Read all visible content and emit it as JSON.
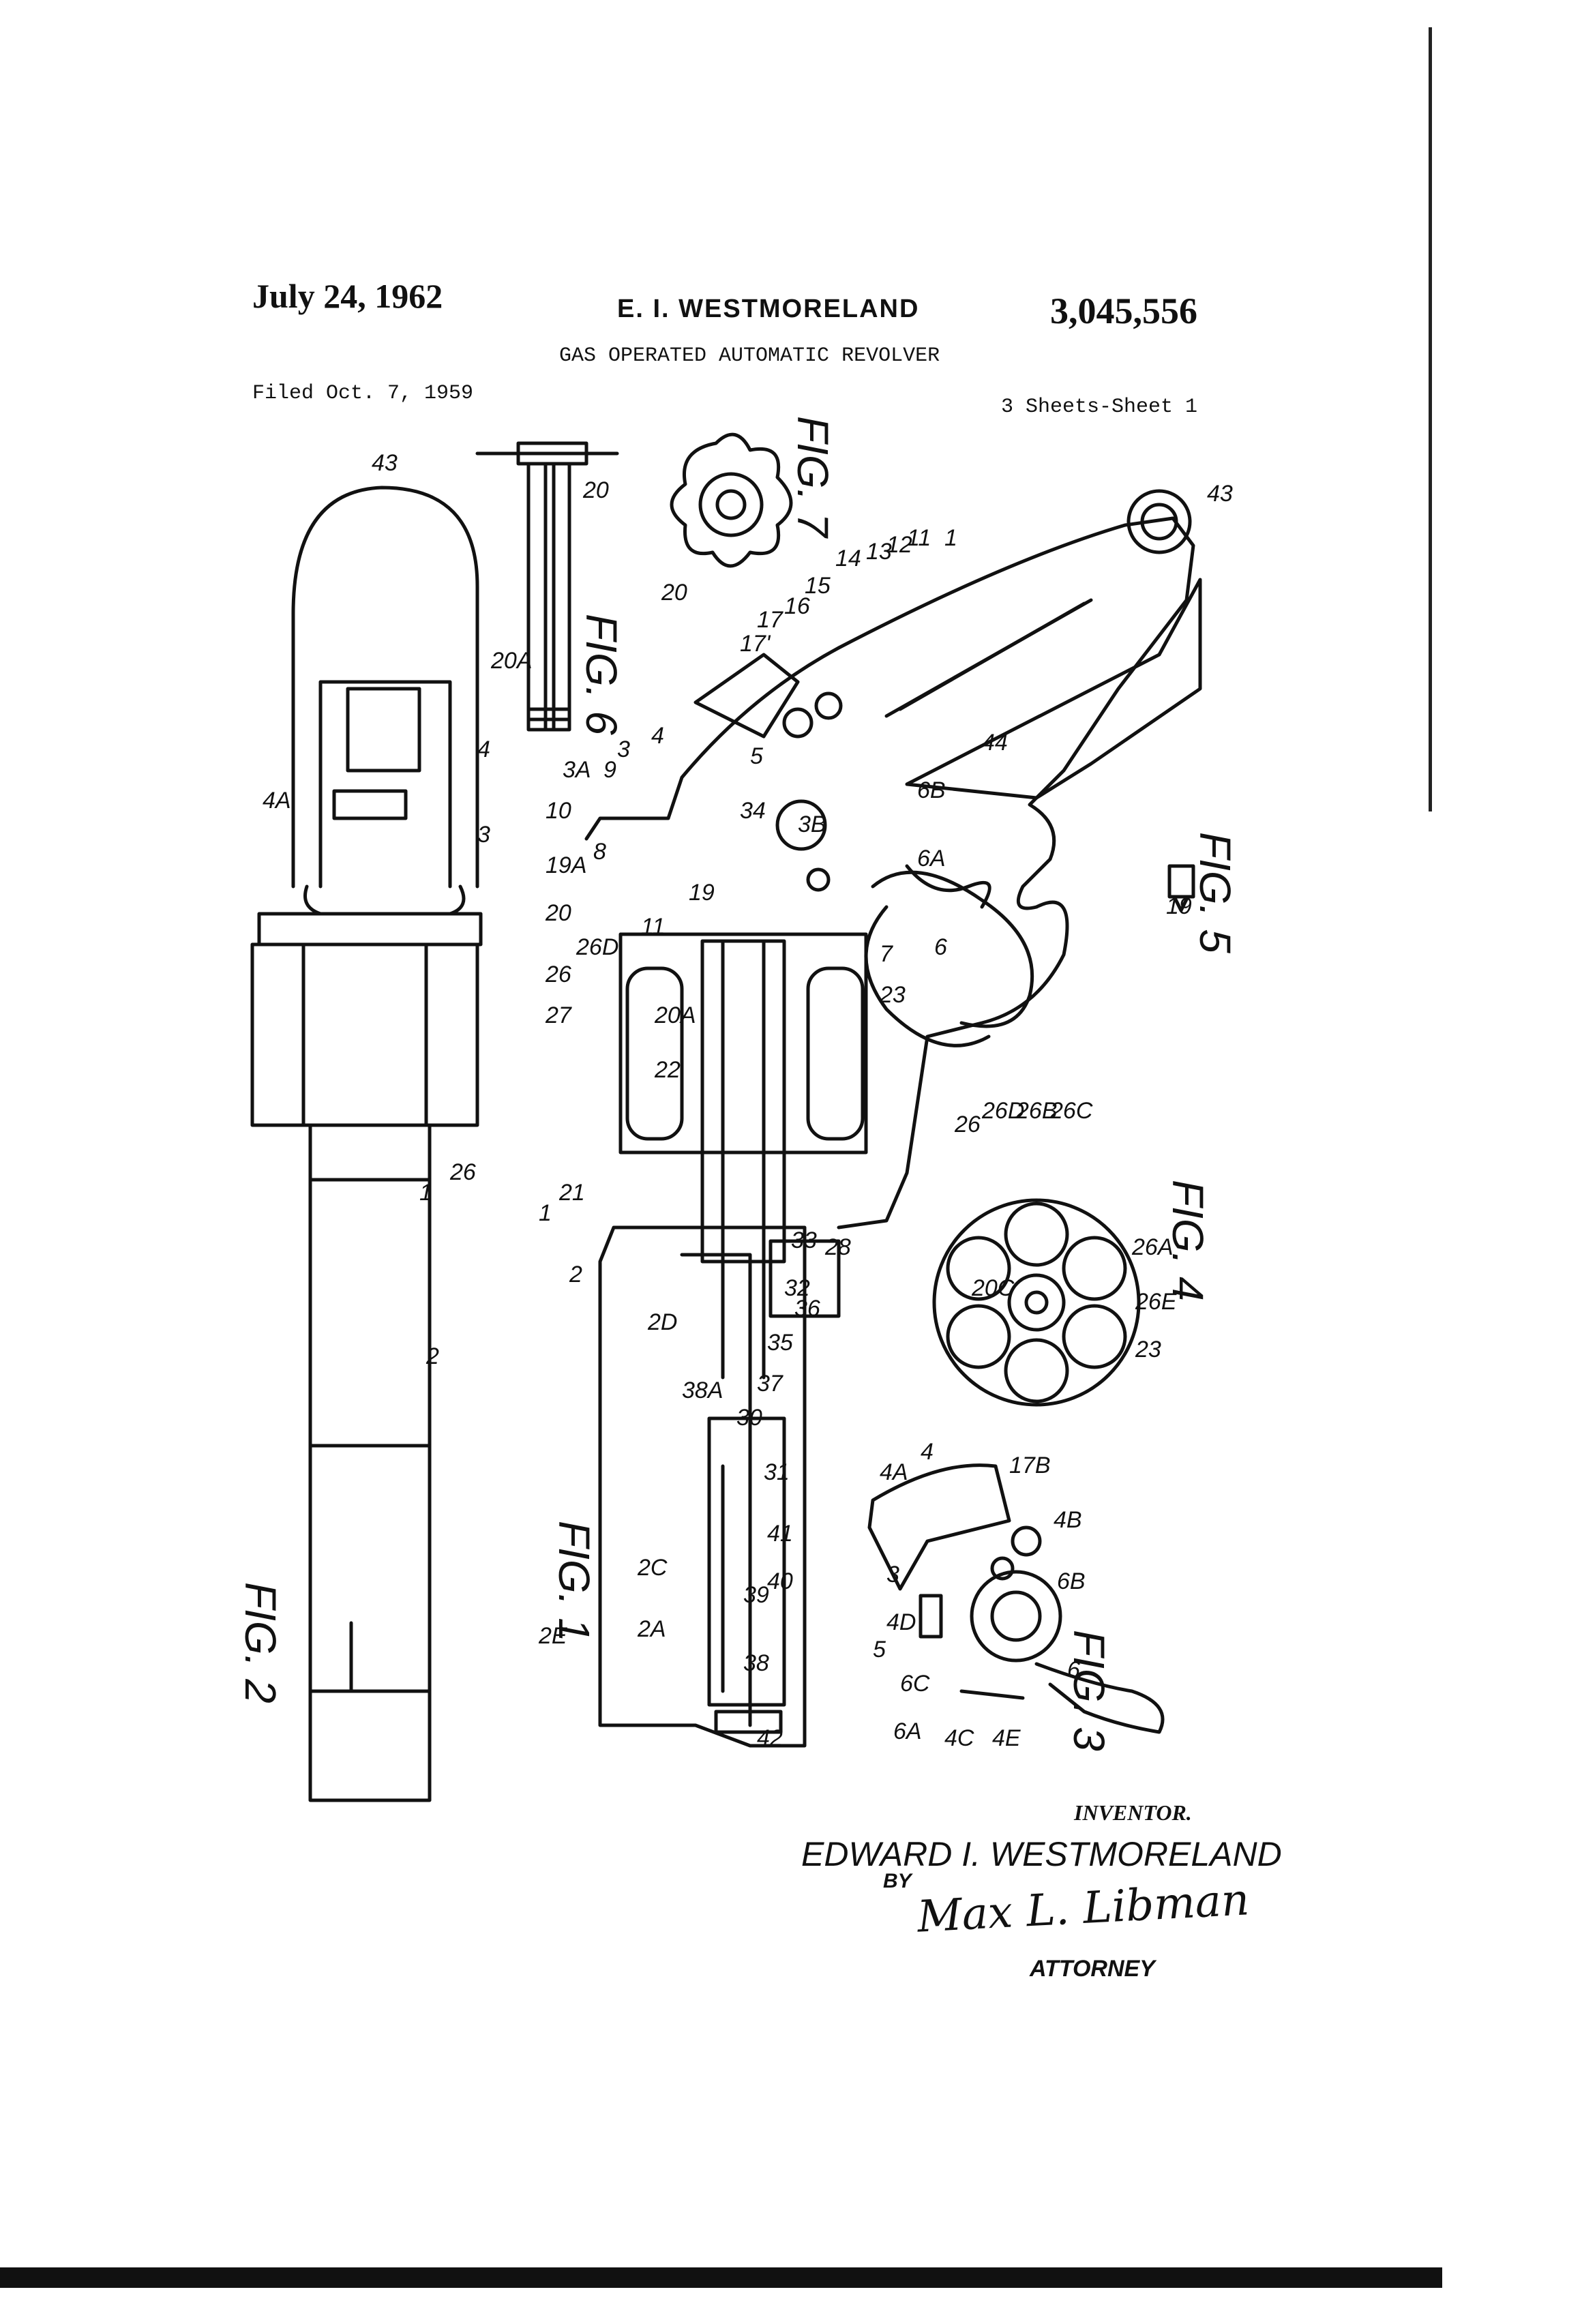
{
  "header": {
    "date": "July 24, 1962",
    "inventor": "E. I. WESTMORELAND",
    "patent_number": "3,045,556",
    "title": "GAS OPERATED AUTOMATIC REVOLVER",
    "filed": "Filed Oct. 7, 1959",
    "sheets": "3 Sheets-Sheet 1"
  },
  "figures": {
    "fig1": "FIG. 1",
    "fig2": "FIG. 2",
    "fig3": "FIG. 3",
    "fig4": "FIG. 4",
    "fig5": "FIG. 5",
    "fig6": "FIG. 6",
    "fig7": "FIG. 7"
  },
  "labels": {
    "n1": "1",
    "n2": "2",
    "n2a": "2A",
    "n2c": "2C",
    "n2d": "2D",
    "n2e": "2E",
    "n3": "3",
    "n3a": "3A",
    "n3b": "3B",
    "n4": "4",
    "n4a": "4A",
    "n4b": "4B",
    "n4c": "4C",
    "n4d": "4D",
    "n4e": "4E",
    "n5": "5",
    "n6": "6",
    "n6a": "6A",
    "n6b": "6B",
    "n6c": "6C",
    "n7": "7",
    "n8": "8",
    "n9": "9",
    "n10": "10",
    "n11": "11",
    "n12": "12",
    "n13": "13",
    "n14": "14",
    "n15": "15",
    "n16": "16",
    "n17": "17",
    "n17p": "17'",
    "n17b": "17B",
    "n19": "19",
    "n19a": "19A",
    "n20": "20",
    "n20a": "20A",
    "n20c": "20C",
    "n21": "21",
    "n22": "22",
    "n23": "23",
    "n26": "26",
    "n26a": "26A",
    "n26b": "26B",
    "n26c": "26C",
    "n26d": "26D",
    "n26e": "26E",
    "n27": "27",
    "n28": "28",
    "n30": "30",
    "n31": "31",
    "n32": "32",
    "n33": "33",
    "n34": "34",
    "n35": "35",
    "n36": "36",
    "n37": "37",
    "n38": "38",
    "n38a": "38A",
    "n39": "39",
    "n40": "40",
    "n41": "41",
    "n42": "42",
    "n43": "43",
    "n44": "44"
  },
  "footer": {
    "inventor_label": "INVENTOR.",
    "inventor_name": "EDWARD I. WESTMORELAND",
    "by": "BY",
    "signature": "Max L. Libman",
    "attorney": "ATTORNEY"
  }
}
